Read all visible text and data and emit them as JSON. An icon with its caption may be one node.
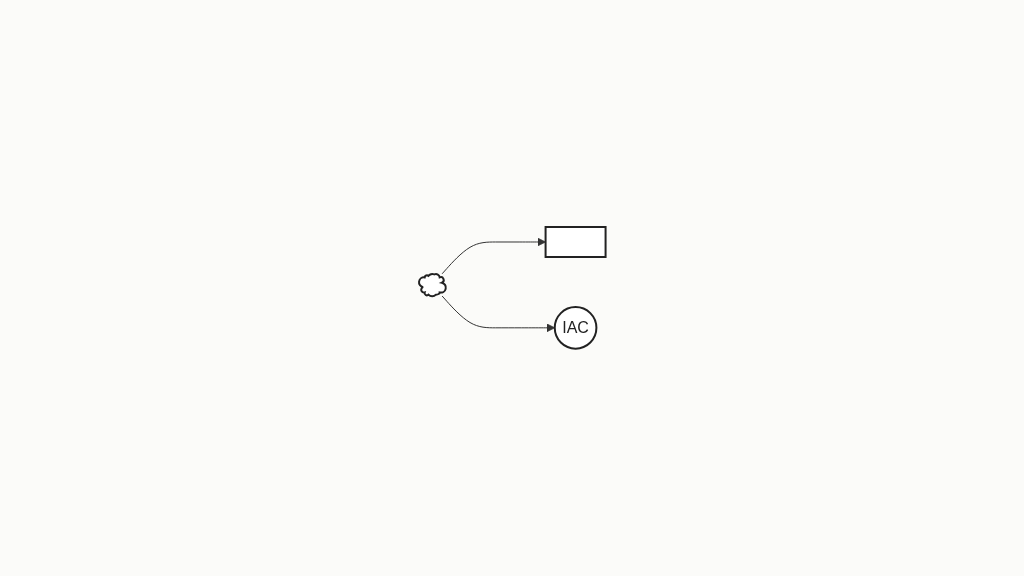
{
  "diagram": {
    "nodes": [
      {
        "text": [],
        "shape": "cloud"
      },
      {
        "text": [],
        "shape": "box"
      },
      {
        "text": [
          "IAC"
        ]
      }
    ],
    "edges": [
      {
        "from": 0,
        "to": 1,
        "arrow": "to"
      },
      {
        "from": 0,
        "to": 2,
        "arrow": "to"
      }
    ]
  }
}
